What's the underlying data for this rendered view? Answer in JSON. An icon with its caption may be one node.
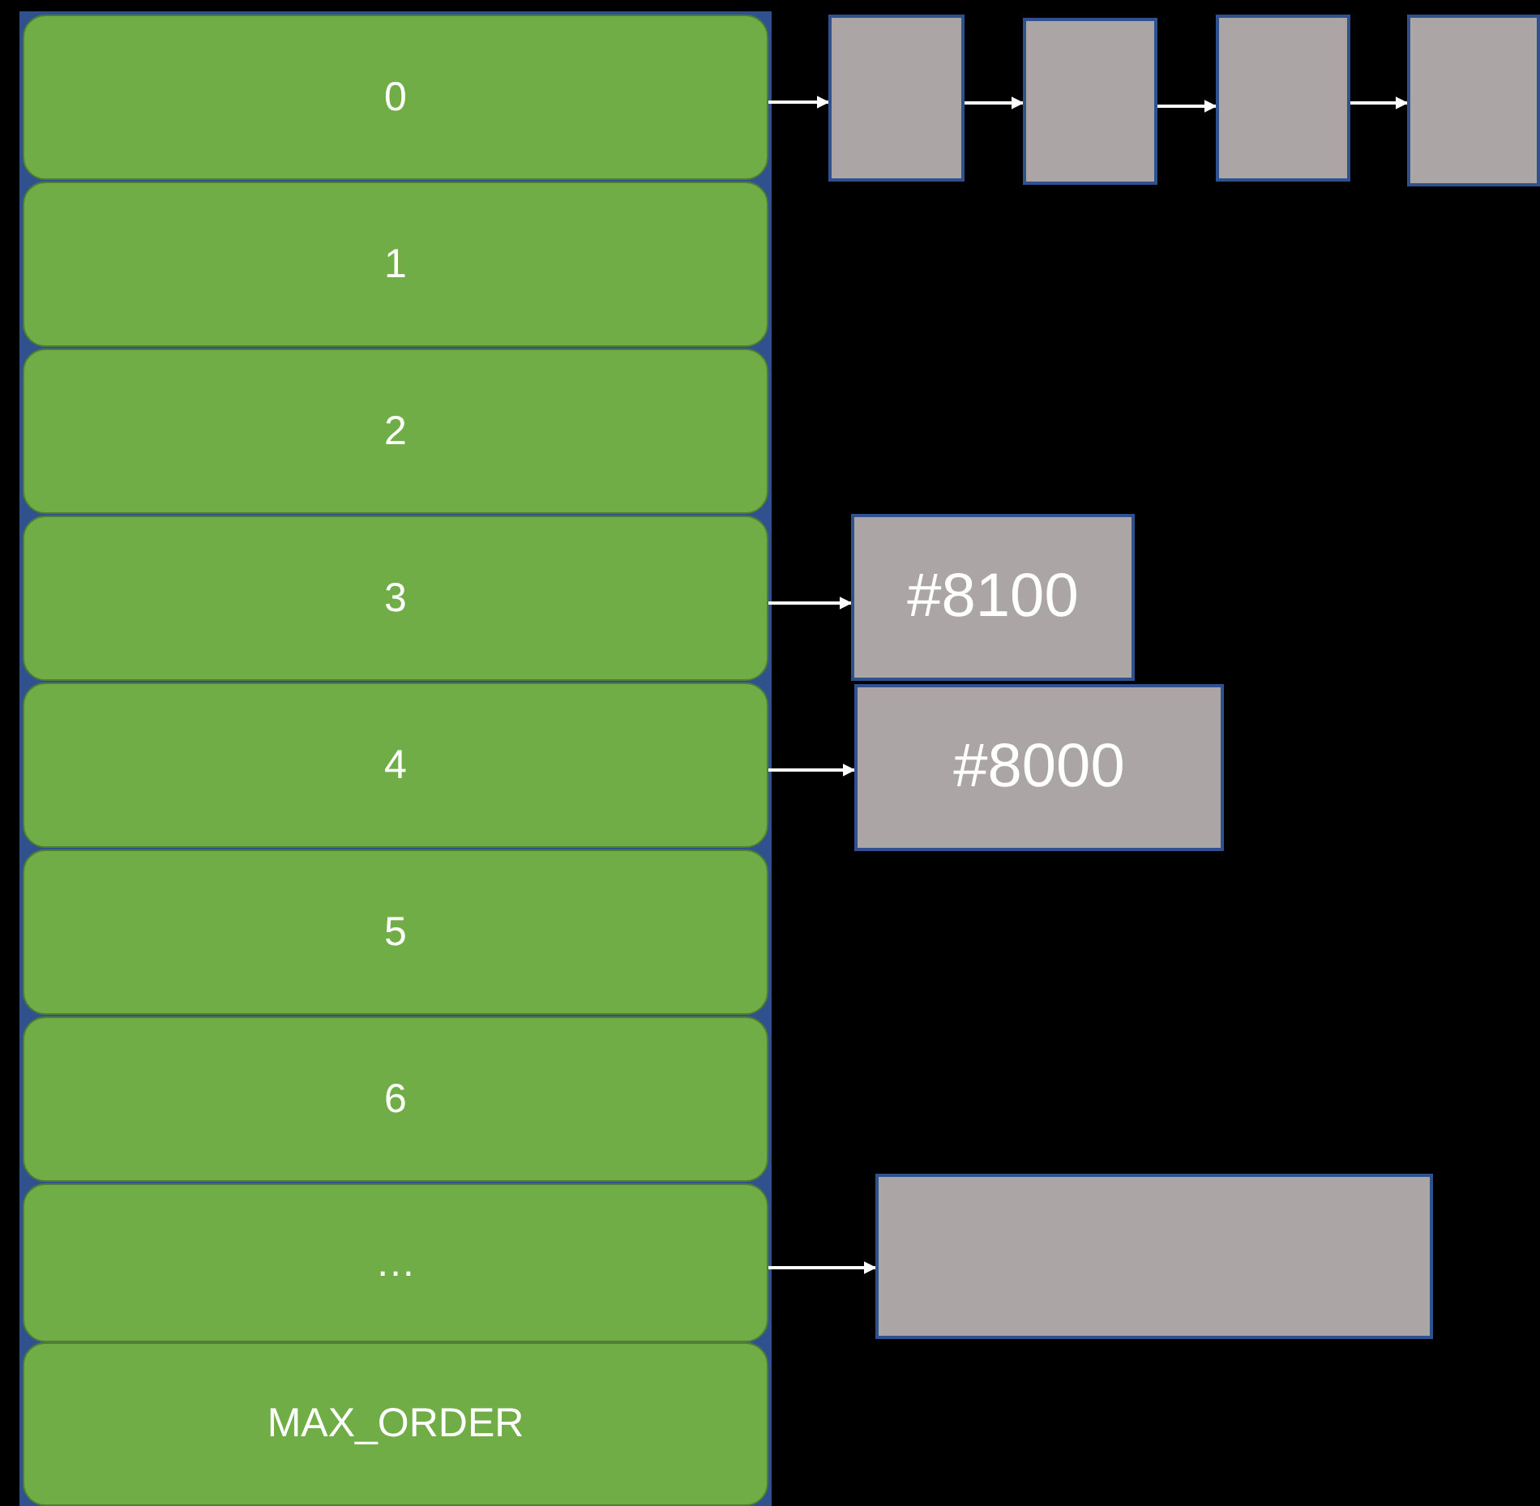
{
  "diagram": {
    "nodes": [
      {
        "text": [
          "0"
        ]
      },
      {
        "text": [
          "1"
        ]
      },
      {
        "text": [
          "2"
        ]
      },
      {
        "text": [
          "3"
        ]
      },
      {
        "text": [
          "4"
        ]
      },
      {
        "text": [
          "5"
        ]
      },
      {
        "text": [
          "6"
        ]
      },
      {
        "text": [
          "…"
        ]
      },
      {
        "text": [
          "MAX_ORDER"
        ]
      },
      {
        "text": [],
        "shape": "box"
      },
      {
        "text": [],
        "shape": "box"
      },
      {
        "text": [],
        "shape": "box"
      },
      {
        "text": [],
        "shape": "box"
      },
      {
        "text": [
          "#8100"
        ]
      },
      {
        "text": [
          "#8000"
        ]
      },
      {
        "text": [],
        "shape": "box"
      }
    ],
    "edges": [
      {
        "from": 0,
        "to": 9,
        "arrow": "to"
      },
      {
        "from": 9,
        "to": 10,
        "arrow": "to"
      },
      {
        "from": 10,
        "to": 11,
        "arrow": "to"
      },
      {
        "from": 11,
        "to": 12,
        "arrow": "to"
      },
      {
        "from": 3,
        "to": 13,
        "arrow": "to"
      },
      {
        "from": 4,
        "to": 14,
        "arrow": "to"
      },
      {
        "from": 7,
        "to": 15,
        "arrow": "to"
      }
    ]
  }
}
